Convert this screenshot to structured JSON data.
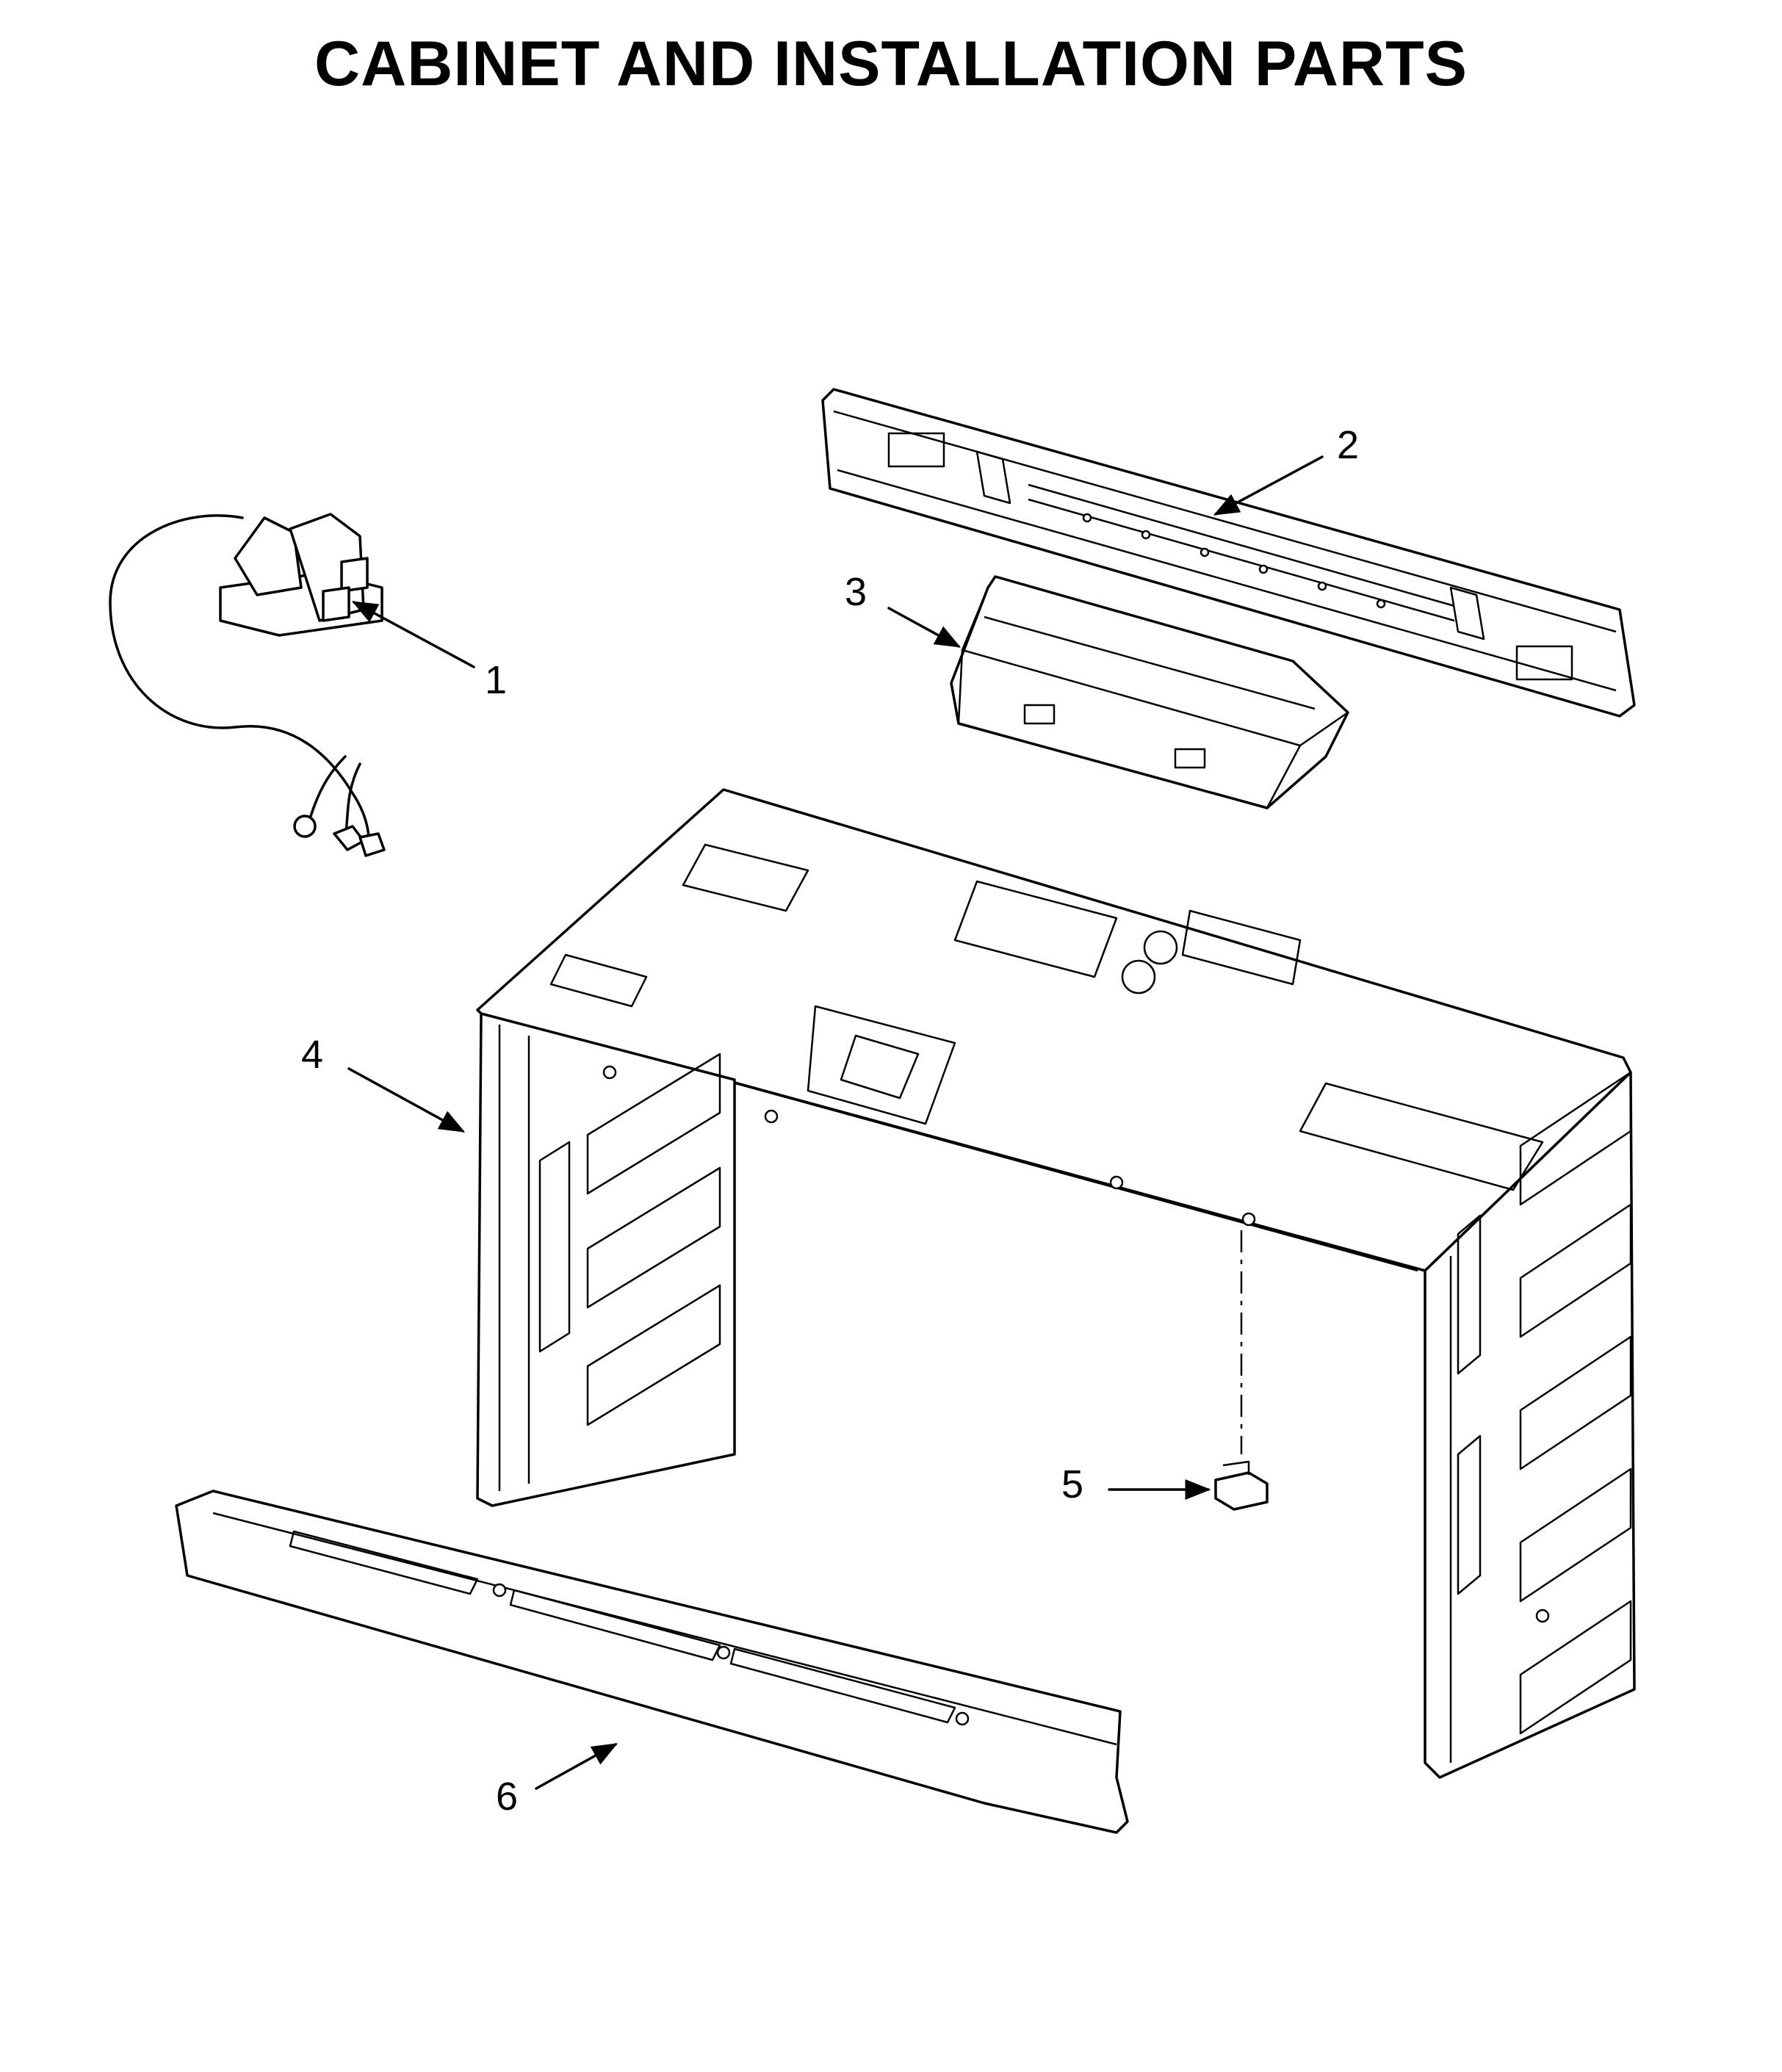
{
  "title": "CABINET AND INSTALLATION PARTS",
  "callouts": [
    {
      "id": "1",
      "label": "1"
    },
    {
      "id": "2",
      "label": "2"
    },
    {
      "id": "3",
      "label": "3"
    },
    {
      "id": "4",
      "label": "4"
    },
    {
      "id": "5",
      "label": "5"
    },
    {
      "id": "6",
      "label": "6"
    }
  ]
}
